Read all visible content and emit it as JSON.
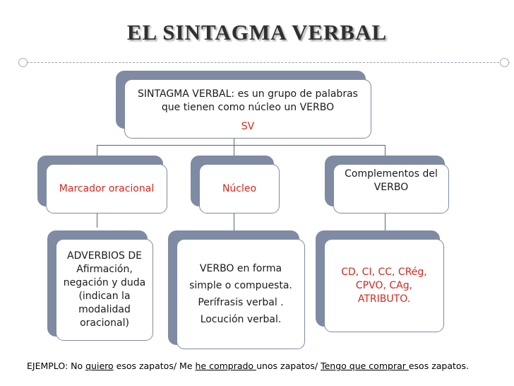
{
  "title": "EL SINTAGMA VERBAL",
  "root": {
    "line1": "SINTAGMA VERBAL: es un grupo de palabras",
    "line2": "que tienen como núcleo un VERBO",
    "abbr": "SV"
  },
  "branches": [
    {
      "label": "Marcador oracional",
      "details": [
        "ADVERBIOS DE",
        "Afirmación,",
        "negación y duda",
        "(indican la",
        "modalidad",
        "oracional)"
      ]
    },
    {
      "label": "Núcleo",
      "details": [
        "VERBO en forma",
        "simple o compuesta.",
        "Perífrasis verbal .",
        "Locución verbal."
      ]
    },
    {
      "label_lines": [
        "Complementos del",
        "VERBO"
      ],
      "details": [
        "CD, CI, CC, CRég,",
        "CPVO, CAg,",
        "ATRIBUTO."
      ]
    }
  ],
  "example": {
    "prefix": "EJEMPLO:  No ",
    "u1": "quiero",
    "mid1": " esos zapatos/ Me ",
    "u2": "he comprado ",
    "mid2": " unos zapatos/ ",
    "u3": "Tengo que comprar ",
    "suffix": "esos zapatos."
  },
  "colors": {
    "accent": "#7f8aa3",
    "red": "#d9261c",
    "connector": "#5a6478"
  }
}
